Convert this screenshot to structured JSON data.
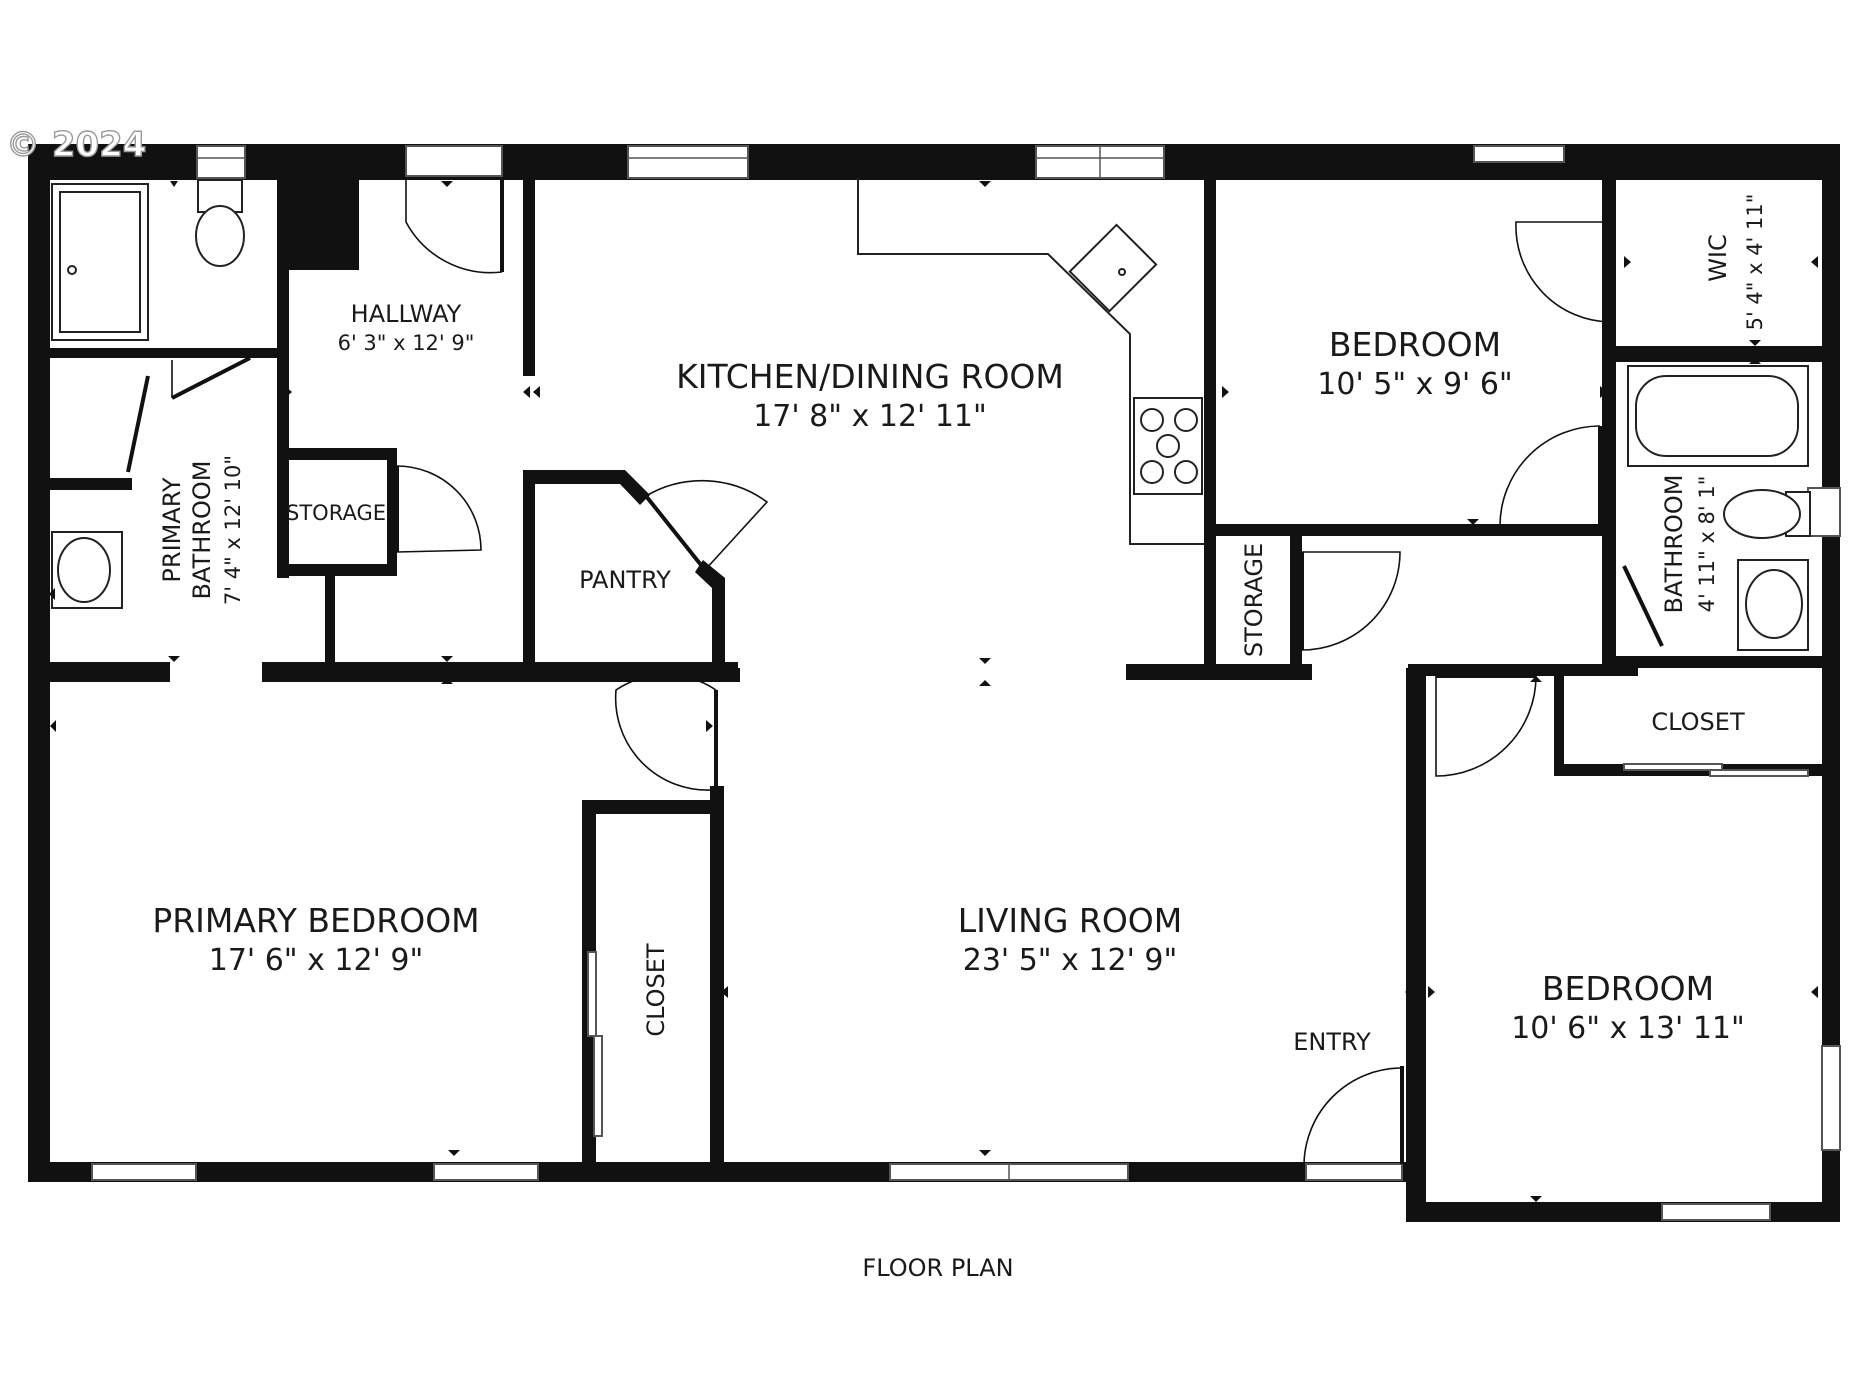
{
  "copyright": "© 2024",
  "caption": "FLOOR PLAN",
  "rooms": {
    "hallway": {
      "name": "HALLWAY",
      "dims": "6' 3\" x 12' 9\""
    },
    "kitchen": {
      "name": "KITCHEN/DINING ROOM",
      "dims": "17' 8\" x 12' 11\""
    },
    "bedroom_top": {
      "name": "BEDROOM",
      "dims": "10' 5\" x 9' 6\""
    },
    "wic": {
      "name": "WIC",
      "dims": "5' 4\" x 4' 11\""
    },
    "primary_bath": {
      "name_1": "PRIMARY",
      "name_2": "BATHROOM",
      "dims": "7' 4\" x 12' 10\""
    },
    "storage_hall": {
      "name": "STORAGE"
    },
    "pantry": {
      "name": "PANTRY"
    },
    "storage_mid": {
      "name": "STORAGE"
    },
    "bathroom": {
      "name": "BATHROOM",
      "dims": "4' 11\" x 8' 1\""
    },
    "closet_right": {
      "name": "CLOSET"
    },
    "primary_bedroom": {
      "name": "PRIMARY BEDROOM",
      "dims": "17' 6\" x 12' 9\""
    },
    "closet_primary": {
      "name": "CLOSET"
    },
    "living": {
      "name": "LIVING ROOM",
      "dims": "23' 5\" x 12' 9\""
    },
    "entry": {
      "name": "ENTRY"
    },
    "bedroom_bottom": {
      "name": "BEDROOM",
      "dims": "10' 6\" x 13' 11\""
    }
  },
  "colors": {
    "wall": "#111111",
    "background": "#ffffff",
    "text": "#1a1a1a"
  }
}
